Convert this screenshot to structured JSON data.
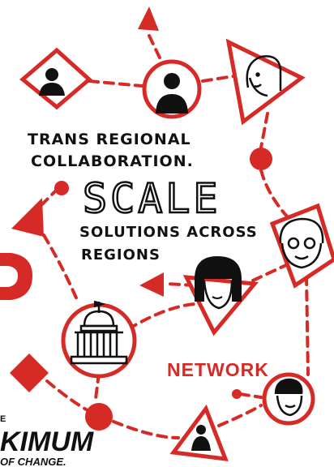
{
  "colors": {
    "accent": "#d62a26",
    "ink": "#111111",
    "paper": "#ffffff"
  },
  "labels": {
    "collab_line1": "TRANS REGIONAL",
    "collab_line2": "COLLABORATION.",
    "scale": "SCALE",
    "solutions_line1": "SOLUTIONS ACROSS",
    "solutions_line2": "REGIONS",
    "network": "NETWORK",
    "brand_line1": "E",
    "brand_line2": "KIMUM",
    "brand_line3": "OF CHANGE."
  },
  "icons": [
    "person-silhouette-icon",
    "person-face-icon",
    "capitol-building-icon",
    "arrow-head-icon",
    "dot-icon"
  ]
}
